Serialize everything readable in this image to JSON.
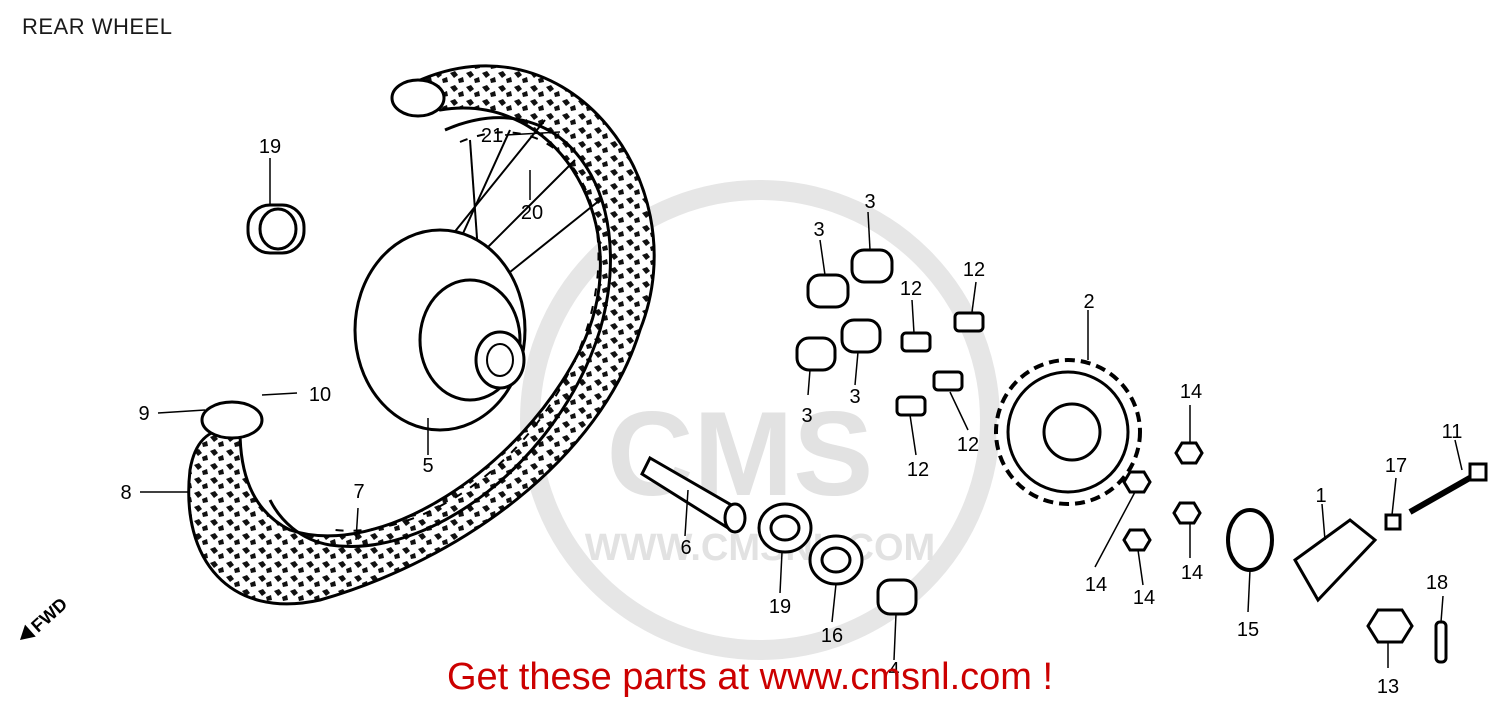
{
  "header": {
    "title": "REAR WHEEL"
  },
  "watermark": {
    "logo_text": "CMS",
    "url_text": "WWW.CMSNL.COM"
  },
  "fwd_marker": {
    "text": "FWD"
  },
  "callouts": [
    {
      "id": "c1",
      "text": "1"
    },
    {
      "id": "c2",
      "text": "2"
    },
    {
      "id": "c3a",
      "text": "3"
    },
    {
      "id": "c3b",
      "text": "3"
    },
    {
      "id": "c3c",
      "text": "3"
    },
    {
      "id": "c3d",
      "text": "3"
    },
    {
      "id": "c4",
      "text": "4"
    },
    {
      "id": "c5",
      "text": "5"
    },
    {
      "id": "c6",
      "text": "6"
    },
    {
      "id": "c7",
      "text": "7"
    },
    {
      "id": "c8",
      "text": "8"
    },
    {
      "id": "c9",
      "text": "9"
    },
    {
      "id": "c10",
      "text": "10"
    },
    {
      "id": "c11",
      "text": "11"
    },
    {
      "id": "c12a",
      "text": "12"
    },
    {
      "id": "c12b",
      "text": "12"
    },
    {
      "id": "c12c",
      "text": "12"
    },
    {
      "id": "c12d",
      "text": "12"
    },
    {
      "id": "c13",
      "text": "13"
    },
    {
      "id": "c14a",
      "text": "14"
    },
    {
      "id": "c14b",
      "text": "14"
    },
    {
      "id": "c14c",
      "text": "14"
    },
    {
      "id": "c14d",
      "text": "14"
    },
    {
      "id": "c15",
      "text": "15"
    },
    {
      "id": "c16",
      "text": "16"
    },
    {
      "id": "c17",
      "text": "17"
    },
    {
      "id": "c18",
      "text": "18"
    },
    {
      "id": "c19a",
      "text": "19"
    },
    {
      "id": "c19b",
      "text": "19"
    },
    {
      "id": "c20",
      "text": "20"
    },
    {
      "id": "c21",
      "text": "21"
    }
  ],
  "footer": {
    "text": "Get these parts at www.cmsnl.com !"
  },
  "colors": {
    "footer_text": "#cc0000",
    "watermark": "#e2e2e2"
  }
}
